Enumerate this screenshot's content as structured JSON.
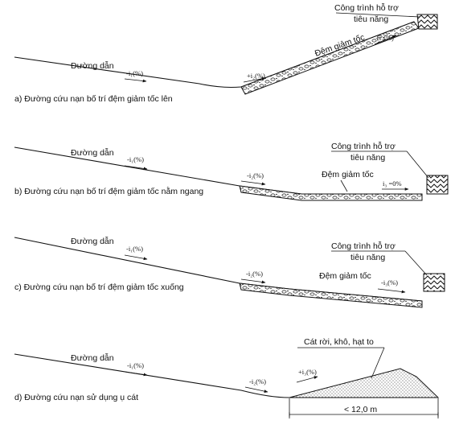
{
  "panels": [
    {
      "id": "a",
      "caption": "a) Đường cứu nạn bố trí đệm giảm tốc lên",
      "road_label": "Đường dẫn",
      "grade1": "-i₁(%)",
      "grade2": "+i₂(%)",
      "grade3": "+i₃(%)",
      "bed_label": "Đệm giảm tốc",
      "support_label_1": "Công trình hỗ trợ",
      "support_label_2": "tiêu năng"
    },
    {
      "id": "b",
      "caption": "b) Đường cứu nạn bố trí đệm giảm tốc nằm ngang",
      "road_label": "Đường dẫn",
      "grade1": "-i₁(%)",
      "grade2": "-i₂(%)",
      "grade3": "i₃ =0%",
      "bed_label": "Đệm giảm tốc",
      "support_label_1": "Công trình hỗ trợ",
      "support_label_2": "tiêu năng"
    },
    {
      "id": "c",
      "caption": "c) Đường cứu nạn bố trí đệm giảm tốc xuống",
      "road_label": "Đường dẫn",
      "grade1": "-i₁(%)",
      "grade2": "-i₂(%)",
      "grade3": "-i₃(%)",
      "bed_label": "Đệm giảm tốc",
      "support_label_1": "Công trình hỗ trợ",
      "support_label_2": "tiêu năng"
    },
    {
      "id": "d",
      "caption": "d) Đường cứu nạn sử dụng ụ cát",
      "road_label": "Đường dẫn",
      "grade1": "-i₁(%)",
      "grade2": "-i₂(%)",
      "grade3": "+i₃(%)",
      "sand_label": "Cát rời, khô, hạt to",
      "dimension": "< 12,0 m"
    }
  ]
}
